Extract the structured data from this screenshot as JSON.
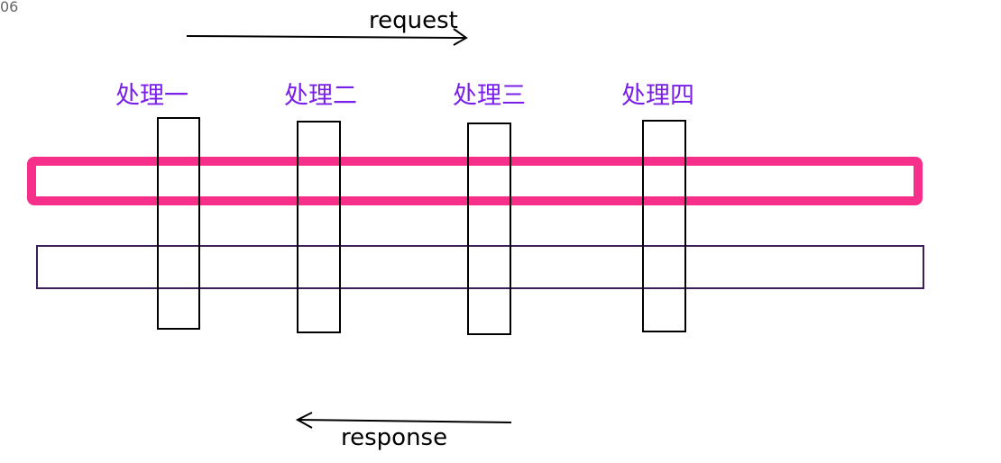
{
  "corner_text": "06",
  "flow": {
    "request_label": "request",
    "response_label": "response"
  },
  "stages": [
    {
      "label": "处理一"
    },
    {
      "label": "处理二"
    },
    {
      "label": "处理三"
    },
    {
      "label": "处理四"
    }
  ],
  "colors": {
    "stage_label": "#7a1fe8",
    "request_layer": "#f52f8a",
    "response_layer": "#3b1f5a",
    "stroke": "#000000"
  }
}
